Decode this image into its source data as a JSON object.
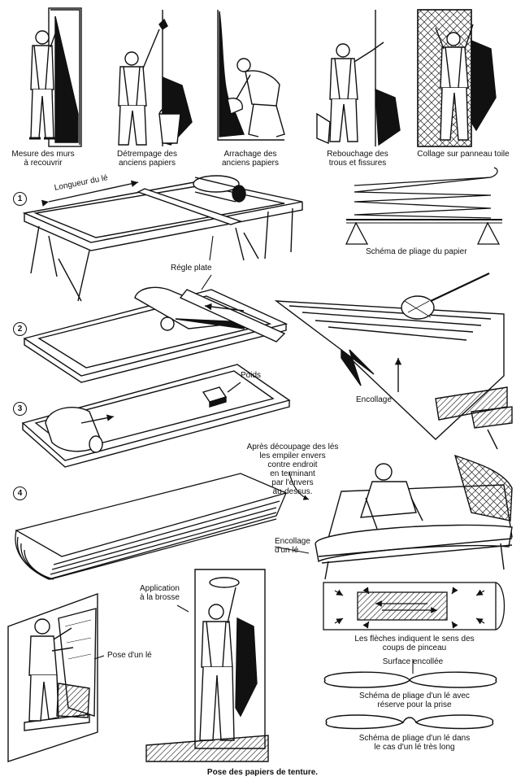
{
  "figure": {
    "caption": "Pose des papiers de tenture.",
    "top_row": [
      {
        "line1": "Mesure des murs",
        "line2": "à recouvrir"
      },
      {
        "line1": "Détrempage des",
        "line2": "anciens papiers"
      },
      {
        "line1": "Arrachage des",
        "line2": "anciens papiers"
      },
      {
        "line1": "Rebouchage des",
        "line2": "trous et fissures"
      },
      {
        "line1": "Collage sur panneau toile",
        "line2": ""
      }
    ],
    "steps": {
      "one": "1",
      "two": "2",
      "three": "3",
      "four": "4"
    },
    "labels": {
      "longueur": "Longueur du lé",
      "regle": "Régle plate",
      "schema_pliage_papier": "Schéma de pliage du papier",
      "poids": "Poids",
      "encollage": "Encollage",
      "apres1": "Après découpage des lés",
      "apres2": "les empiler envers",
      "apres3": "contre endroit",
      "apres4": "en terminant",
      "apres5": "par l'envers",
      "apres6": "au-dessus.",
      "encollage_le1": "Encollage",
      "encollage_le2": "d'un lé",
      "application1": "Application",
      "application2": "à la brosse",
      "pose_le": "Pose d'un lé",
      "fleches1": "Les flèches indiquent le sens des",
      "fleches2": "coups de pinceau",
      "surface": "Surface encollée",
      "reserve1": "Schéma de pliage d'un lé avec",
      "reserve2": "réserve pour la prise",
      "long1": "Schéma de pliage d'un lé dans",
      "long2": "le cas d'un lé très long"
    }
  }
}
